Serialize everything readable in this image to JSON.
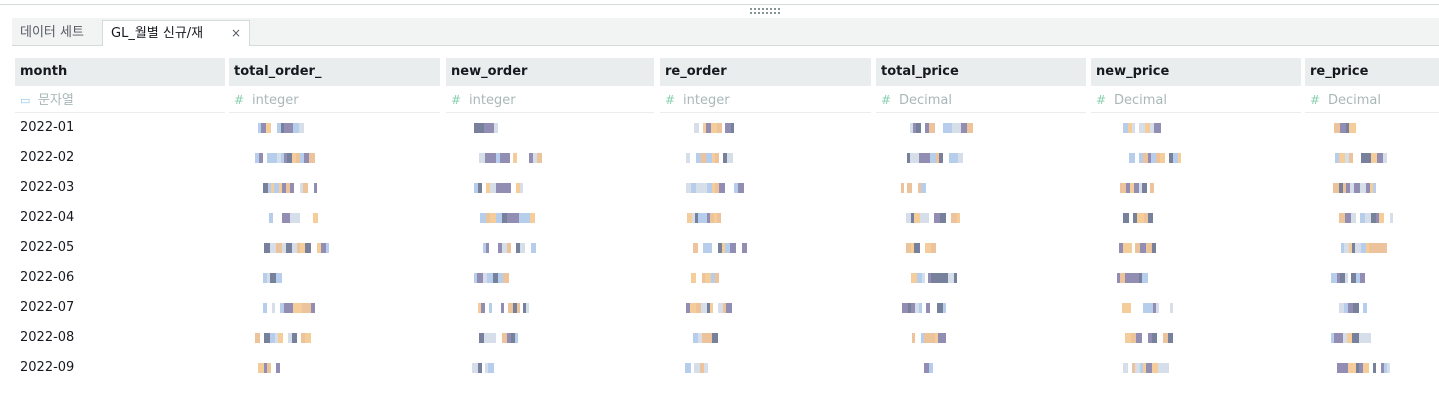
{
  "tabs": {
    "datasets_label": "데이터 세트",
    "active_label": "GL_월별 신규/재",
    "close_glyph": "×"
  },
  "table": {
    "columns": [
      {
        "name": "month",
        "type": "문자열",
        "type_icon": "string-icon"
      },
      {
        "name": "total_order_",
        "type": "integer",
        "type_icon": "hash-icon"
      },
      {
        "name": "new_order",
        "type": "integer",
        "type_icon": "hash-icon"
      },
      {
        "name": "re_order",
        "type": "integer",
        "type_icon": "hash-icon"
      },
      {
        "name": "total_price",
        "type": "Decimal",
        "type_icon": "hash-icon"
      },
      {
        "name": "new_price",
        "type": "Decimal",
        "type_icon": "hash-icon"
      },
      {
        "name": "re_price",
        "type": "Decimal",
        "type_icon": "hash-icon"
      }
    ],
    "months": [
      "2022-01",
      "2022-02",
      "2022-03",
      "2022-04",
      "2022-05",
      "2022-06",
      "2022-07",
      "2022-08",
      "2022-09"
    ],
    "redacted_value_colors": [
      "#7f7aa6",
      "#a9c6e8",
      "#f2c48a",
      "#5f6b8a",
      "#cfd8e6",
      "#e9b98a"
    ]
  }
}
